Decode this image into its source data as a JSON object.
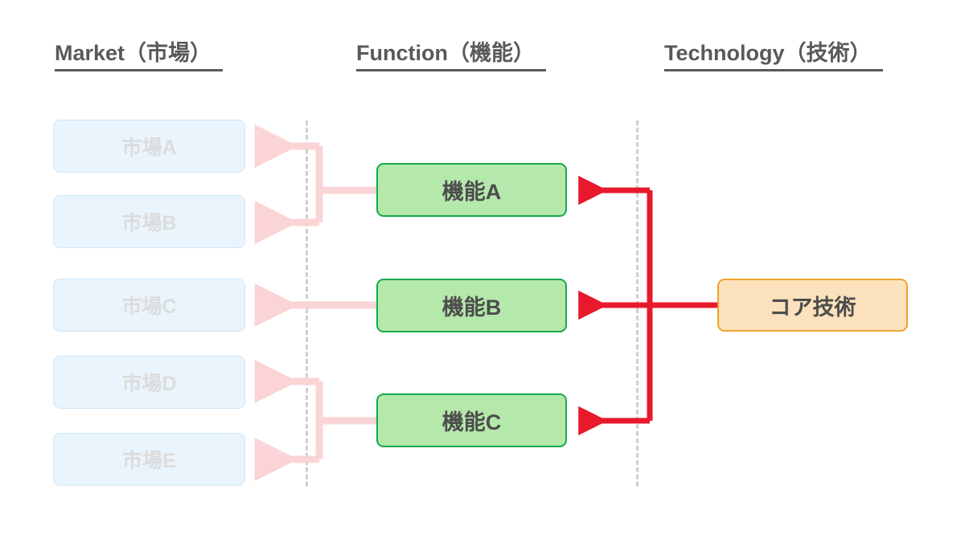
{
  "headings": {
    "market": "Market（市場）",
    "function": "Function（機能）",
    "technology": "Technology（技術）"
  },
  "markets": [
    {
      "id": "market-a",
      "label": "市場A"
    },
    {
      "id": "market-b",
      "label": "市場B"
    },
    {
      "id": "market-c",
      "label": "市場C"
    },
    {
      "id": "market-d",
      "label": "市場D"
    },
    {
      "id": "market-e",
      "label": "市場E"
    }
  ],
  "functions": [
    {
      "id": "function-a",
      "label": "機能A"
    },
    {
      "id": "function-b",
      "label": "機能B"
    },
    {
      "id": "function-c",
      "label": "機能C"
    }
  ],
  "technology": {
    "label": "コア技術"
  },
  "colors": {
    "heading_text": "#595959",
    "market_fill": "#e9f4fc",
    "market_border": "#cfe6f5",
    "market_text": "#dcdcdc",
    "function_fill": "#b5e8ab",
    "function_border": "#16a94a",
    "function_text": "#4d4d4d",
    "technology_fill": "#fbe2bc",
    "technology_border": "#f0a32c",
    "technology_text": "#4d4d4d",
    "arrow_market": "#fad4d6",
    "arrow_technology": "#e8192c",
    "divider": "#cfcfcf",
    "background": "#ffffff"
  },
  "links": {
    "function_to_market": [
      {
        "from": "機能A",
        "to": [
          "市場A",
          "市場B"
        ]
      },
      {
        "from": "機能B",
        "to": [
          "市場C"
        ]
      },
      {
        "from": "機能C",
        "to": [
          "市場D",
          "市場E"
        ]
      }
    ],
    "technology_to_function": [
      {
        "from": "コア技術",
        "to": [
          "機能A",
          "機能B",
          "機能C"
        ]
      }
    ]
  }
}
